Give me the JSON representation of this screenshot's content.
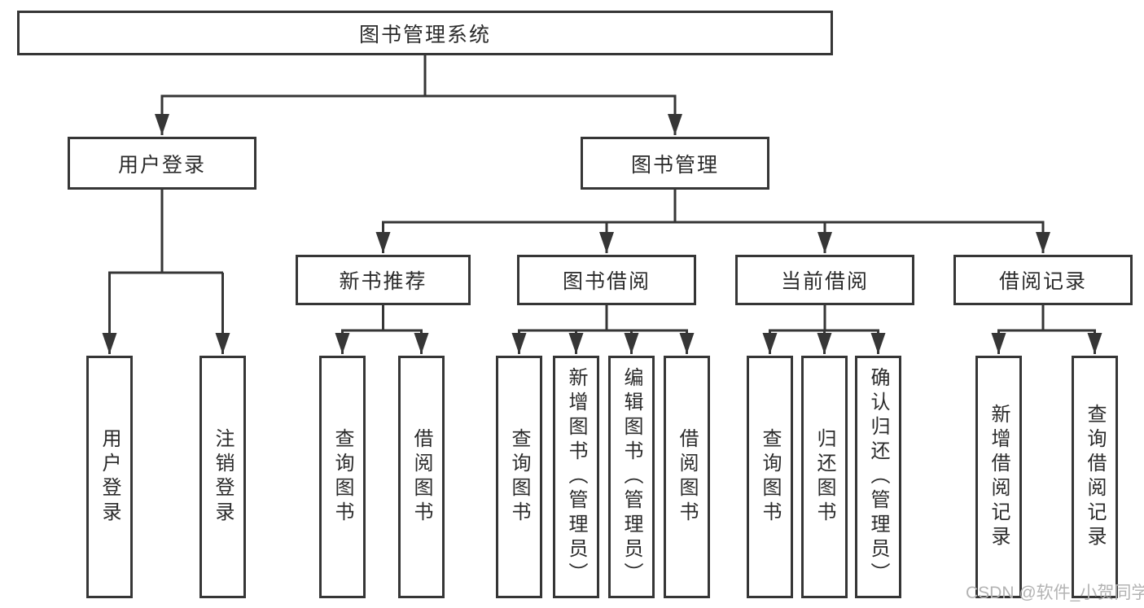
{
  "colors": {
    "line": "#363636",
    "box_border": "#363636",
    "text": "#2b2b2b",
    "background": "#ffffff",
    "watermark": "#b3b3b3"
  },
  "diagram": {
    "root": {
      "label": "图书管理系统"
    },
    "branches": [
      {
        "label": "用户登录",
        "children": [
          {
            "label": "用户登录"
          },
          {
            "label": "注销登录"
          }
        ]
      },
      {
        "label": "图书管理",
        "children": [
          {
            "label": "新书推荐",
            "children": [
              {
                "label": "查询图书"
              },
              {
                "label": "借阅图书"
              }
            ]
          },
          {
            "label": "图书借阅",
            "children": [
              {
                "label": "查询图书"
              },
              {
                "label": "新增图书（管理员）"
              },
              {
                "label": "编辑图书（管理员）"
              },
              {
                "label": "借阅图书"
              }
            ]
          },
          {
            "label": "当前借阅",
            "children": [
              {
                "label": "查询图书"
              },
              {
                "label": "归还图书"
              },
              {
                "label": "确认归还（管理员）"
              }
            ]
          },
          {
            "label": "借阅记录",
            "children": [
              {
                "label": "新增借阅记录"
              },
              {
                "label": "查询借阅记录"
              }
            ]
          }
        ]
      }
    ]
  },
  "watermark": {
    "text": "CSDN @软件_小贺同学"
  }
}
